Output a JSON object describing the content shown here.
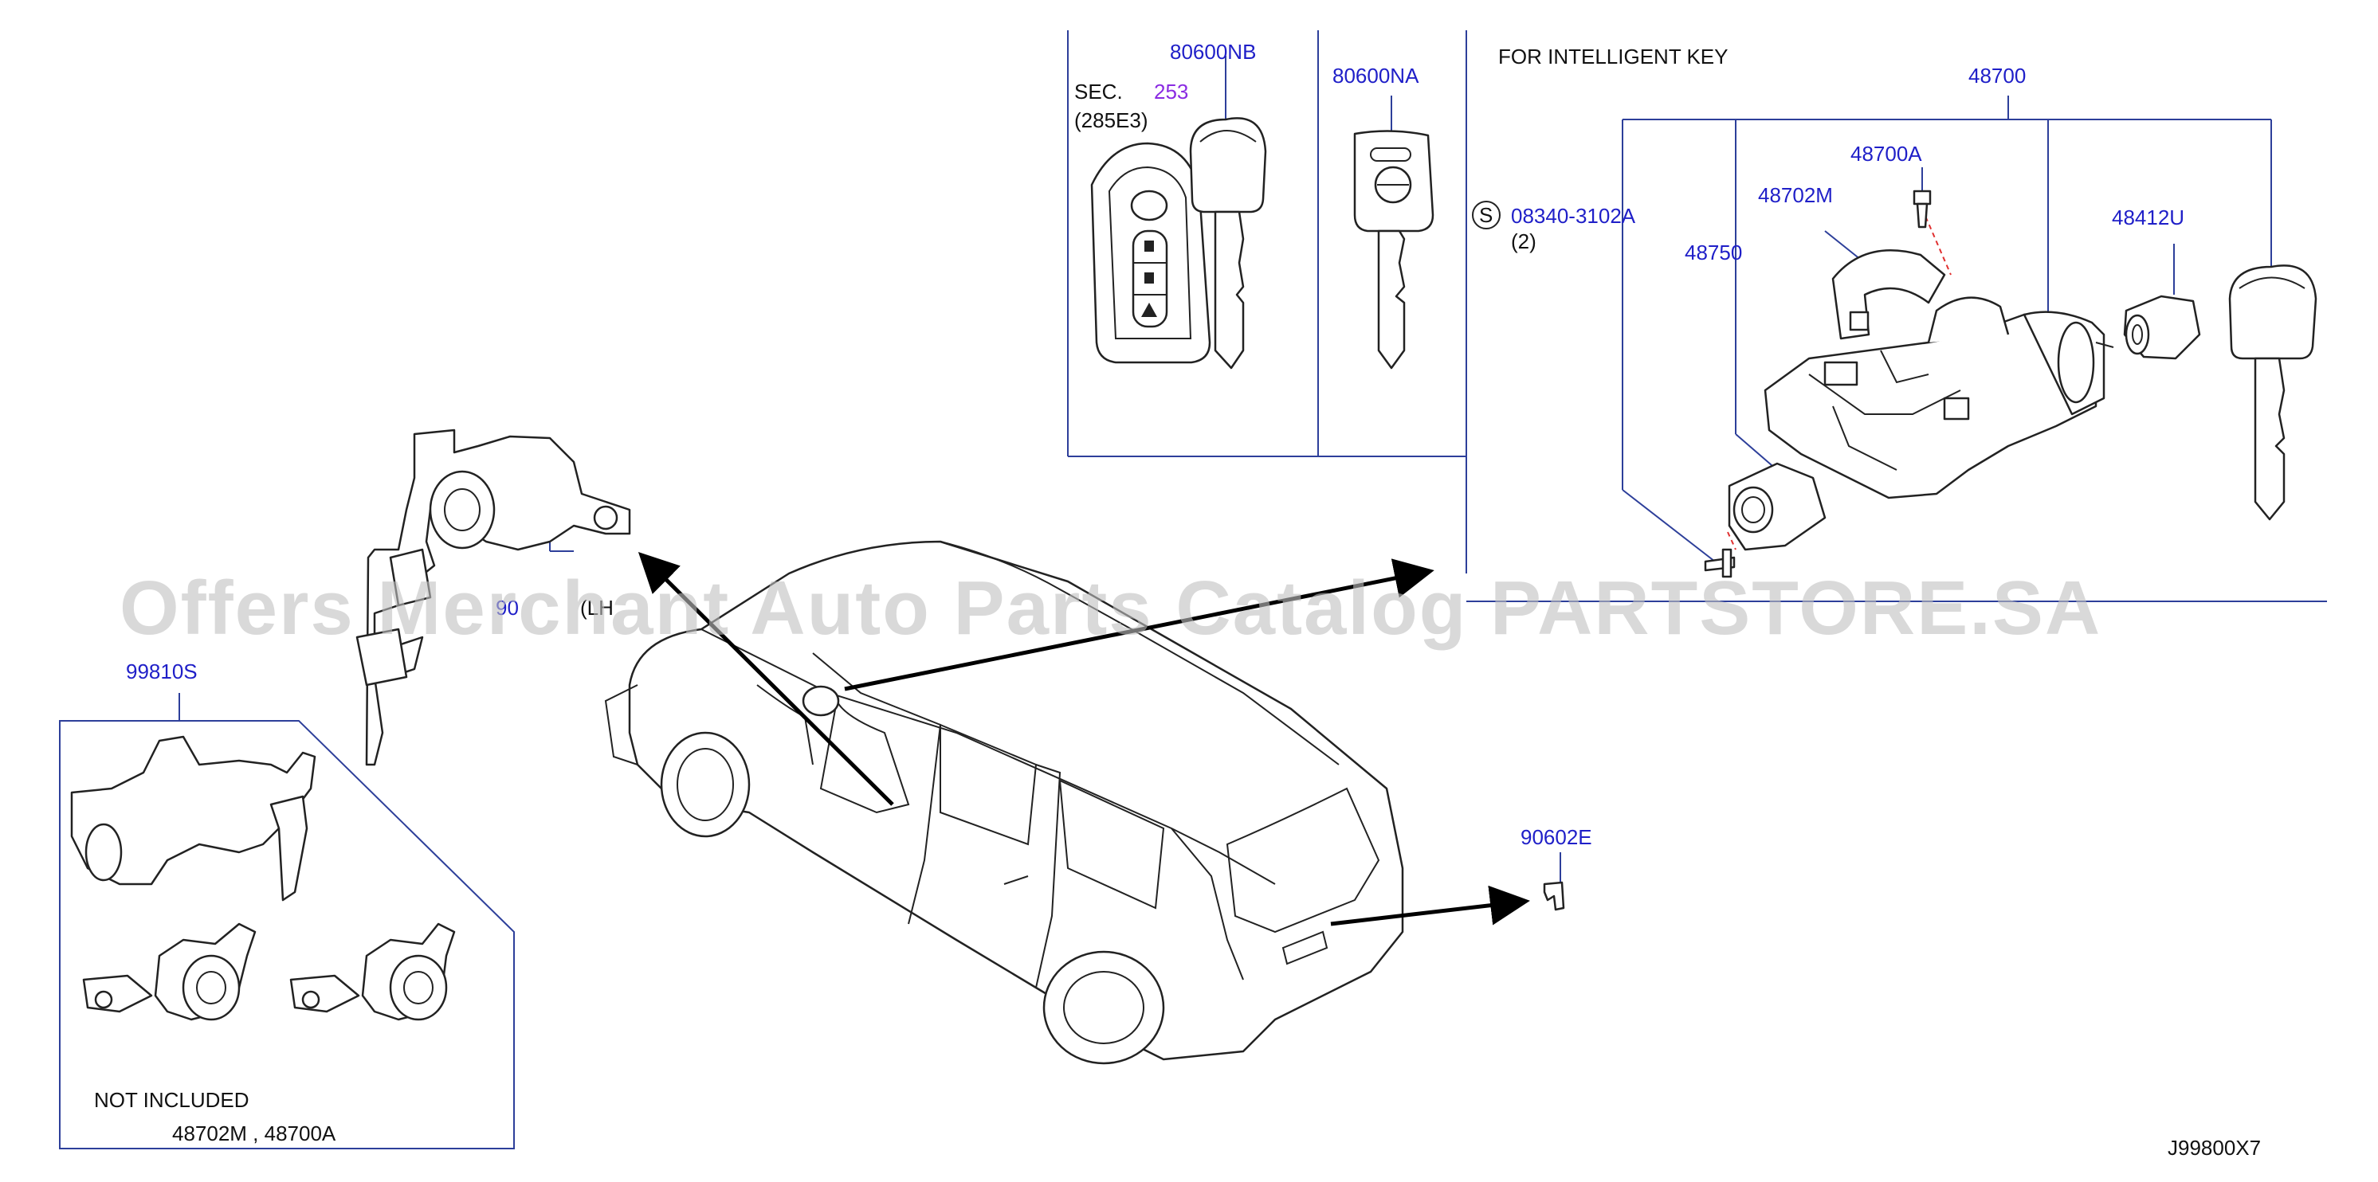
{
  "header_note": "FOR   INTELLIGENT   KEY",
  "labels": {
    "key_nb": "80600NB",
    "key_na": "80600NA",
    "sec": "SEC.",
    "sec_num": "253",
    "sec_sub": "(285E3)",
    "screw_symbol": "S",
    "screw_part": "08340-3102A",
    "screw_qty": "(2)",
    "assy": "48700",
    "bolt": "48700A",
    "clamp": "48702M",
    "housing": "48750",
    "cylinder": "48412U",
    "kit": "99810S",
    "door_partial": "90",
    "door_side_partial": "(LH",
    "back_clip": "90602E"
  },
  "note": {
    "line1": "NOT   INCLUDED",
    "line2": "48702M    ,    48700A"
  },
  "diagram_code": "J99800X7",
  "watermark": "Offers Merchant Auto Parts Catalog PARTSTORE.SA",
  "colors": {
    "label": "#1f1fc8",
    "purple": "#8a2be2",
    "leader": "#2d3f9a"
  }
}
